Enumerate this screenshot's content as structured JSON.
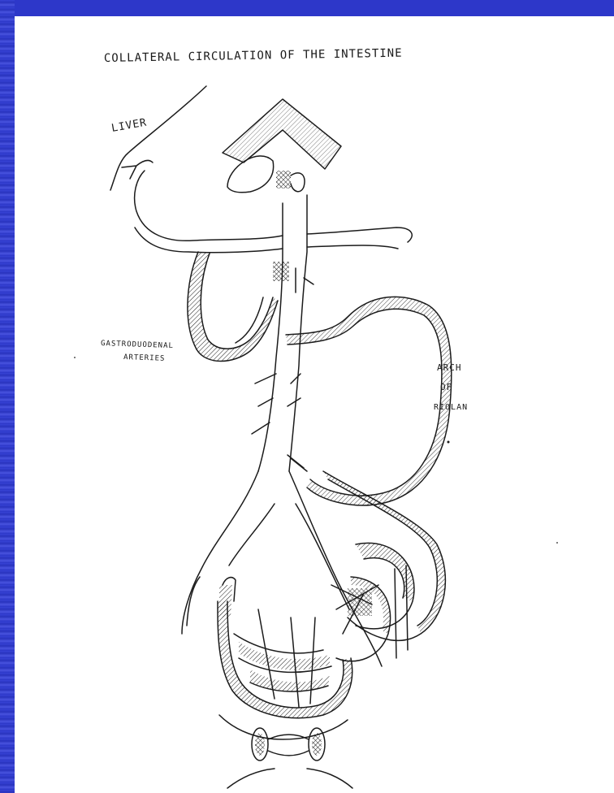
{
  "diagram": {
    "title": "COLLATERAL CIRCULATION OF THE INTESTINE",
    "labels": {
      "liver": "LIVER",
      "gastroduodenal_line1": "GASTRODUODENAL",
      "gastroduodenal_line2": "ARTERIES",
      "arch_line1": "ARCH",
      "arch_line2": "OF",
      "arch_line3": "RIOLAN"
    }
  },
  "colors": {
    "slide_background": "#2d37c9",
    "paper": "#ffffff",
    "ink": "#1b1b1b"
  }
}
